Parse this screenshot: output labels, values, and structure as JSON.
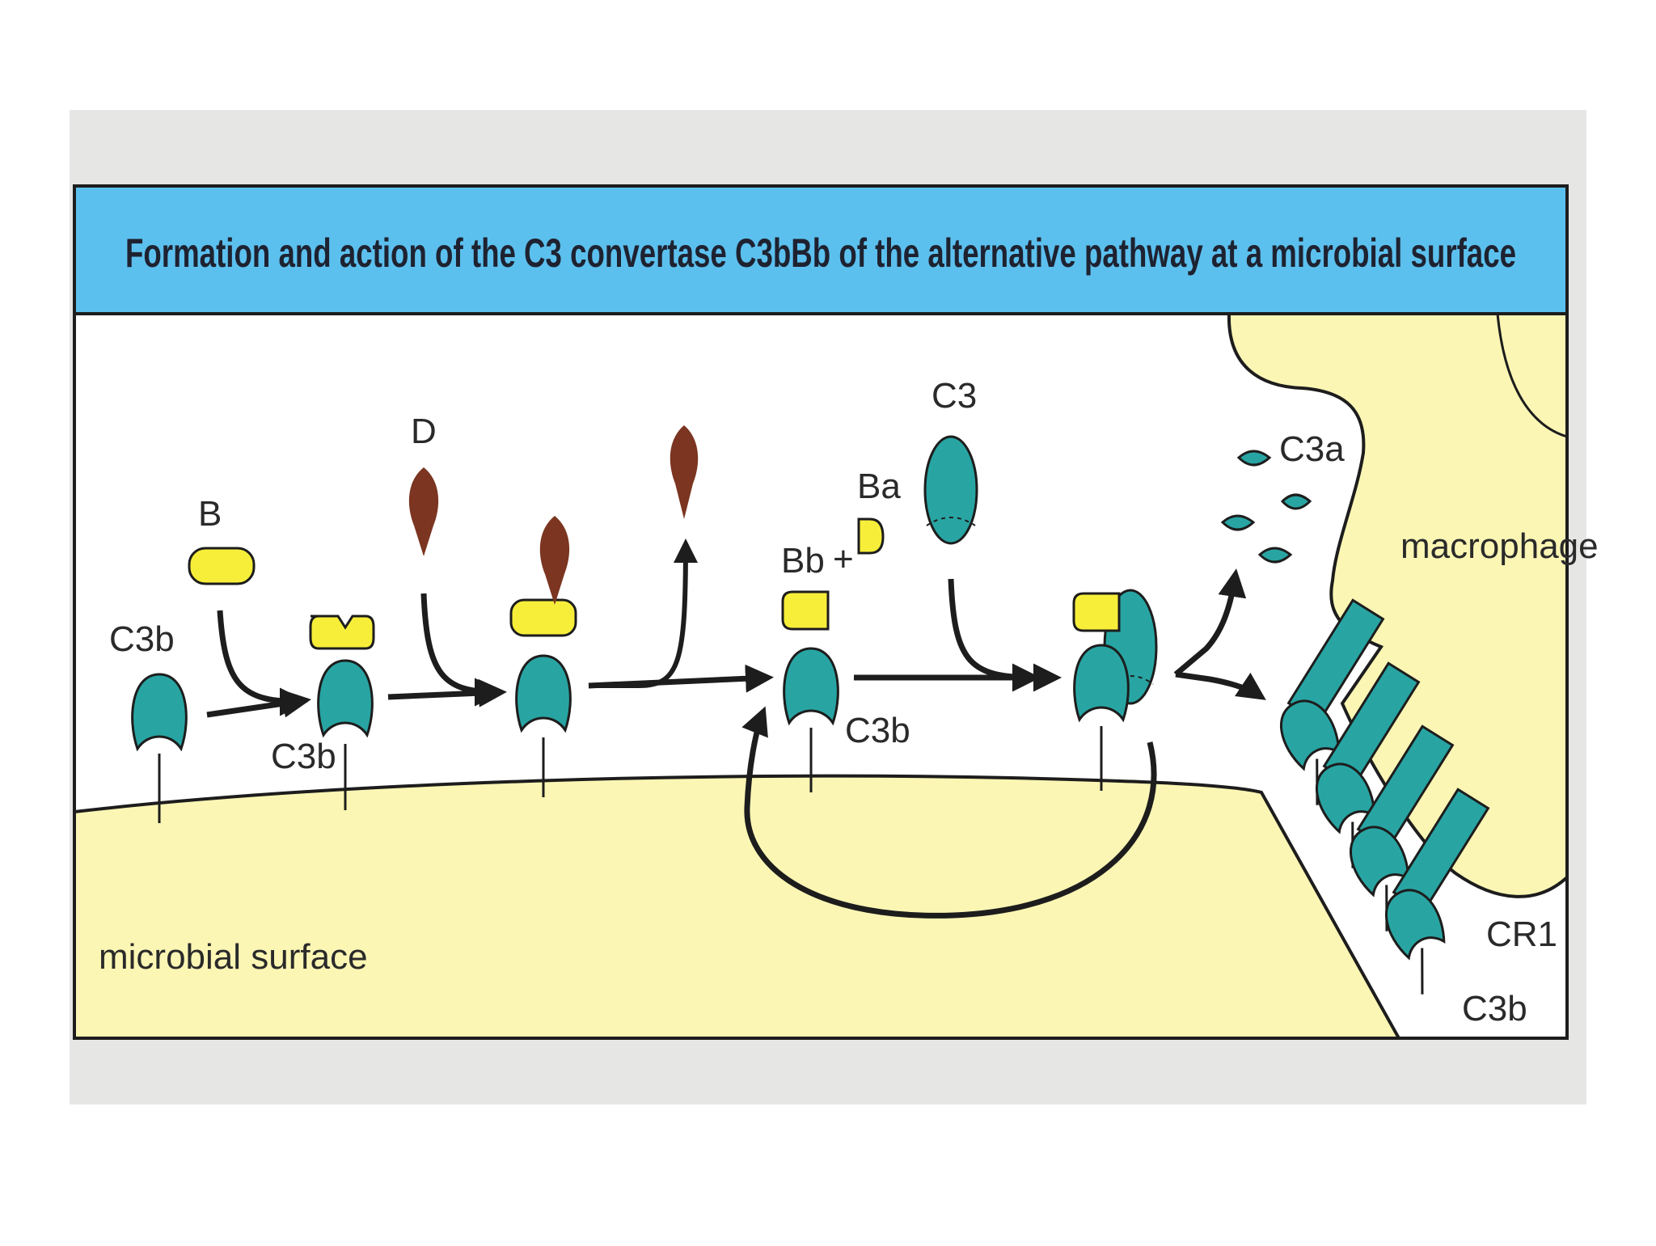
{
  "title": "Formation and action of the C3 convertase C3bBb of the alternative pathway at a microbial surface",
  "labels": {
    "c3b_start": "C3b",
    "b": "B",
    "c3b_bound": "C3b",
    "d": "D",
    "ba": "Ba",
    "bb": "Bb",
    "plus": "+",
    "c3b_convertase": "C3b",
    "c3": "C3",
    "c3a": "C3a",
    "macrophage": "macrophage",
    "microbial_surface": "microbial surface",
    "cr1": "CR1",
    "c3b_receptor": "C3b"
  },
  "colors": {
    "background": "#ffffff",
    "frame_gray": "#e6e7e5",
    "title_bar": "#5cc0ee",
    "surface_yellow": "#fbf6b4",
    "c3_teal": "#28a5a3",
    "factor_b_yellow": "#f7ee3a",
    "factor_d_brown": "#7b3520",
    "outline": "#1d1d1d"
  }
}
